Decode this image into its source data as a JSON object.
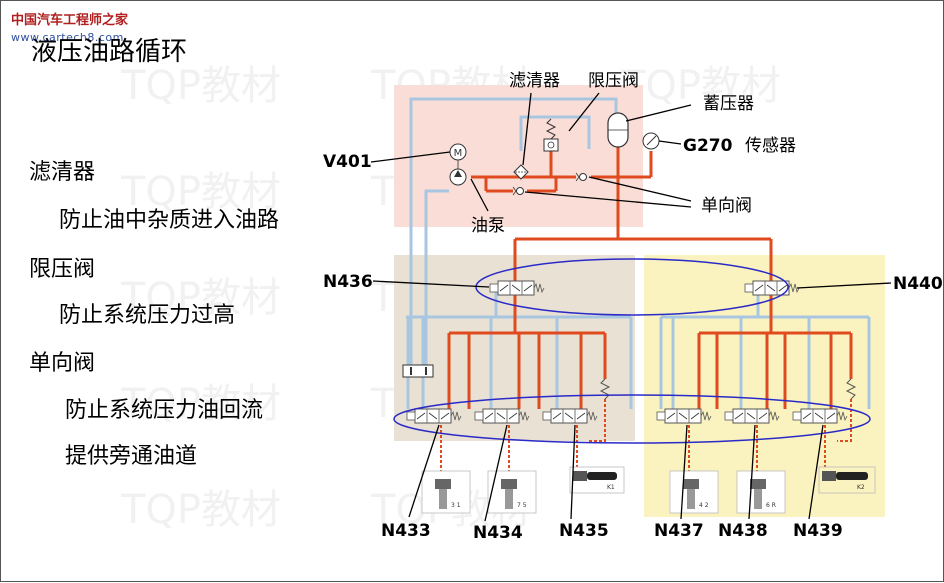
{
  "brand": {
    "name_cn": "中国汽车工程师之家",
    "url": "www.cartech8.com"
  },
  "title": "液压油路循环",
  "watermark": "TQP教材",
  "left_text": [
    {
      "id": "filter-heading",
      "text": "滤清器"
    },
    {
      "id": "filter-desc",
      "text": "防止油中杂质进入油路"
    },
    {
      "id": "relief-heading",
      "text": "限压阀"
    },
    {
      "id": "relief-desc",
      "text": "防止系统压力过高"
    },
    {
      "id": "check-heading",
      "text": "单向阀"
    },
    {
      "id": "check-desc-1",
      "text": "防止系统压力油回流"
    },
    {
      "id": "check-desc-2",
      "text": "提供旁通油道"
    }
  ],
  "diagram": {
    "filter": "滤清器",
    "relief_valve": "限压阀",
    "accumulator": "蓄压器",
    "sensor_code": "G270",
    "sensor_name": "传感器",
    "pump_code": "V401",
    "pump_name": "油泵",
    "check_valve": "单向阀",
    "valves": {
      "n436": "N436",
      "n440": "N440",
      "n433": "N433",
      "n434": "N434",
      "n435": "N435",
      "n437": "N437",
      "n438": "N438",
      "n439": "N439"
    },
    "cylinder_labels": [
      "3 1",
      "7 5",
      "K1",
      "4 2",
      "6 R",
      "K2"
    ]
  },
  "colors": {
    "pressure_line": "#e04a1f",
    "return_line": "#a9c6e0",
    "supply_area": "#f9ddd6",
    "left_bank_area": "#e9e1d3",
    "right_bank_area": "#fbf3bf",
    "highlight_ellipse": "#2a2ac8"
  }
}
